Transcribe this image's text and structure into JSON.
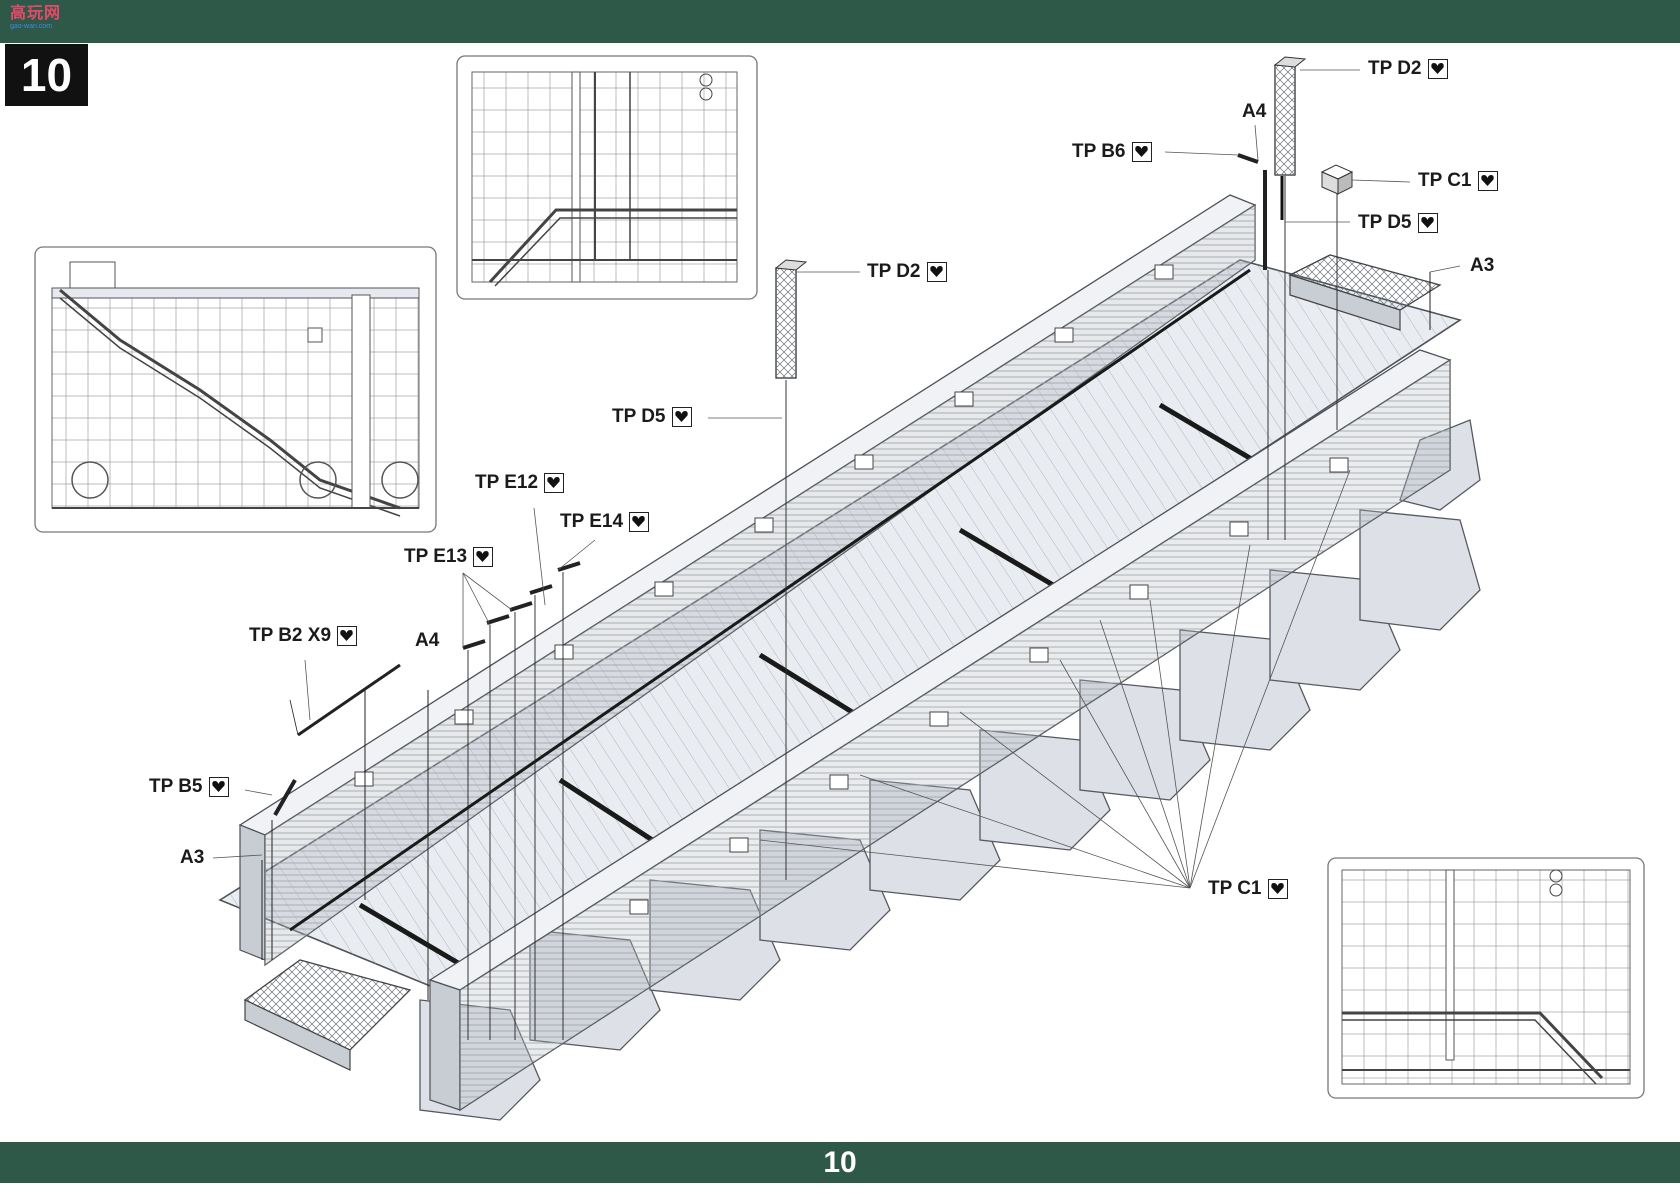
{
  "step": {
    "number": "10"
  },
  "page": {
    "number": "10"
  },
  "watermark": {
    "title": "高玩网",
    "url": "gao-wan.com"
  },
  "colors": {
    "band": "#2e5848",
    "hull_fill": "#e6e9ef",
    "hull_side": "#c8ccd3",
    "line": "#555a60"
  },
  "icons": {
    "part_tag": "heart-box-icon"
  },
  "callouts": [
    {
      "id": "tp-d2-top",
      "label": "TP D2",
      "icon": true
    },
    {
      "id": "a4-top",
      "label": "A4",
      "icon": false
    },
    {
      "id": "tp-b6",
      "label": "TP B6",
      "icon": true
    },
    {
      "id": "tp-c1-top",
      "label": "TP C1",
      "icon": true
    },
    {
      "id": "tp-d5-right",
      "label": "TP D5",
      "icon": true
    },
    {
      "id": "a3-right",
      "label": "A3",
      "icon": false
    },
    {
      "id": "tp-d2-mid",
      "label": "TP D2",
      "icon": true
    },
    {
      "id": "tp-d5-mid",
      "label": "TP D5",
      "icon": true
    },
    {
      "id": "tp-e12",
      "label": "TP E12",
      "icon": true
    },
    {
      "id": "tp-e14",
      "label": "TP E14",
      "icon": true
    },
    {
      "id": "tp-e13",
      "label": "TP E13",
      "icon": true
    },
    {
      "id": "tp-b2",
      "label": "TP B2 X9",
      "icon": true
    },
    {
      "id": "a4-left",
      "label": "A4",
      "icon": false
    },
    {
      "id": "tp-b5",
      "label": "TP B5",
      "icon": true
    },
    {
      "id": "a3-left",
      "label": "A3",
      "icon": false
    },
    {
      "id": "tp-c1-bottom",
      "label": "TP C1",
      "icon": true
    }
  ]
}
